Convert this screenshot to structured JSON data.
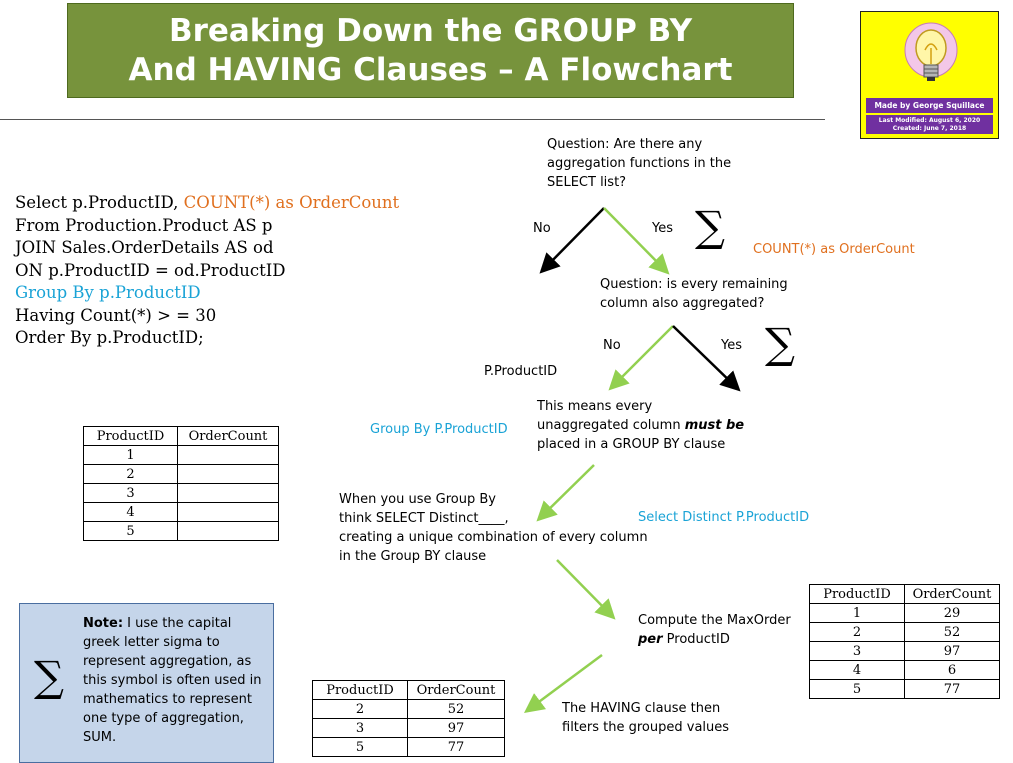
{
  "title": {
    "line1": "Breaking Down the GROUP BY",
    "line2": "And HAVING Clauses – A Flowchart"
  },
  "badge": {
    "icon": "lightbulb-icon",
    "author": "Made by George Squillace",
    "last_modified": "Last Modified: August 6, 2020",
    "created": "Created: June 7, 2018"
  },
  "sql": {
    "line1_a": "Select p.ProductID, ",
    "line1_b": "COUNT(*) as OrderCount",
    "line2": "From Production.Product AS p",
    "line3": "JOIN Sales.OrderDetails AS od",
    "line4": "ON p.ProductID = od.ProductID",
    "line5": "Group By p.ProductID",
    "line6": "Having Count(*) > = 30",
    "line7": "Order By p.ProductID;"
  },
  "colors": {
    "title_bg": "#77933c",
    "orange": "#e0701f",
    "blue": "#1aa3d6",
    "arrow_green": "#92d050",
    "badge_bg": "#ffff00",
    "badge_purple": "#7030a0",
    "note_bg": "#c5d5ea"
  },
  "flow": {
    "q1": [
      "Question: Are there any",
      "aggregation functions in the",
      "SELECT list?"
    ],
    "q1_no": "No",
    "q1_yes": "Yes",
    "sigma": "∑",
    "count_label": "COUNT(*) as OrderCount",
    "q2": [
      "Question: is every remaining",
      "column also aggregated?"
    ],
    "q2_no": "No",
    "q2_yes": "Yes",
    "productid_label": "P.ProductID",
    "means_line1": "This means every",
    "means_line2_a": "unaggregated column ",
    "means_line2_b": "must be",
    "means_line3": "placed in a GROUP BY clause",
    "groupby_label": "Group By P.ProductID",
    "when_lines": [
      "When you use Group By",
      "think SELECT Distinct____,",
      "creating a unique combination of every column",
      "in the Group BY clause"
    ],
    "distinct_label": "Select Distinct P.ProductID",
    "compute_line1": "Compute the MaxOrder",
    "compute_line2_a": "per",
    "compute_line2_b": " ProductID",
    "having_lines": [
      "The HAVING clause then",
      "filters the grouped values"
    ]
  },
  "note": {
    "label": "Note:",
    "line1_rest": "  I use the capital",
    "lines": [
      "greek letter sigma to",
      "represent aggregation, as",
      "this symbol is often used in",
      "mathematics to represent",
      "one type of aggregation,",
      "SUM."
    ]
  },
  "table_empty": {
    "headers": [
      "ProductID",
      "OrderCount"
    ],
    "rows": [
      [
        "1",
        ""
      ],
      [
        "2",
        ""
      ],
      [
        "3",
        ""
      ],
      [
        "4",
        ""
      ],
      [
        "5",
        ""
      ]
    ]
  },
  "table_grouped": {
    "headers": [
      "ProductID",
      "OrderCount"
    ],
    "rows": [
      [
        "1",
        "29"
      ],
      [
        "2",
        "52"
      ],
      [
        "3",
        "97"
      ],
      [
        "4",
        "6"
      ],
      [
        "5",
        "77"
      ]
    ]
  },
  "table_filtered": {
    "headers": [
      "ProductID",
      "OrderCount"
    ],
    "rows": [
      [
        "2",
        "52"
      ],
      [
        "3",
        "97"
      ],
      [
        "5",
        "77"
      ]
    ]
  }
}
